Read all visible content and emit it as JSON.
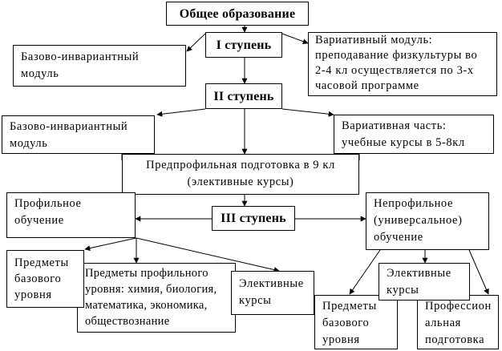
{
  "diagram": {
    "title": "Общее образование",
    "stages": {
      "stage1": "I ступень",
      "stage2": "II ступень",
      "stage3": "III ступень"
    },
    "nodes": {
      "base_module_1": [
        "Базово-инвариантный",
        "модуль"
      ],
      "variative_module": [
        "Вариативный модуль:",
        "преподавание физкультуры во",
        "2-4 кл осуществляется по 3-х",
        "часовой программе"
      ],
      "base_module_2": [
        "Базово-инвариантный",
        "модуль"
      ],
      "variative_part": [
        "Вариативная часть:",
        "учебные курсы в 5-8кл"
      ],
      "preprofile": [
        "Предпрофильная подготовка в 9 кл",
        "(элективные курсы)"
      ],
      "profile_education": [
        "Профильное",
        "обучение"
      ],
      "nonprofile_education": [
        "Непрофильное",
        "(универсальное)",
        "обучение"
      ],
      "profile_base_subjects": [
        "Предметы",
        "базового",
        "уровня"
      ],
      "profile_level_subjects": [
        "Предметы профильного",
        "уровня: химия, биология,",
        "математика, экономика,",
        "обществознание"
      ],
      "profile_electives": [
        "Элективные",
        "курсы"
      ],
      "nonprofile_electives": [
        "Элективные",
        "курсы"
      ],
      "nonprofile_base_subjects": [
        "Предметы",
        "базового",
        "уровня"
      ],
      "professional_training": [
        "Профессион",
        "альная",
        "подготовка"
      ]
    },
    "edges": [
      [
        "title",
        "stage1"
      ],
      [
        "stage1",
        "base_module_1"
      ],
      [
        "stage1",
        "variative_module"
      ],
      [
        "stage1",
        "stage2"
      ],
      [
        "stage2",
        "base_module_2"
      ],
      [
        "stage2",
        "variative_part"
      ],
      [
        "stage2",
        "preprofile"
      ],
      [
        "preprofile",
        "stage3"
      ],
      [
        "stage3",
        "profile_education"
      ],
      [
        "stage3",
        "nonprofile_education"
      ],
      [
        "profile_education",
        "profile_base_subjects"
      ],
      [
        "profile_education",
        "profile_level_subjects"
      ],
      [
        "profile_education",
        "profile_electives"
      ],
      [
        "nonprofile_education",
        "nonprofile_base_subjects"
      ],
      [
        "nonprofile_education",
        "nonprofile_electives"
      ],
      [
        "nonprofile_education",
        "professional_training"
      ]
    ]
  }
}
